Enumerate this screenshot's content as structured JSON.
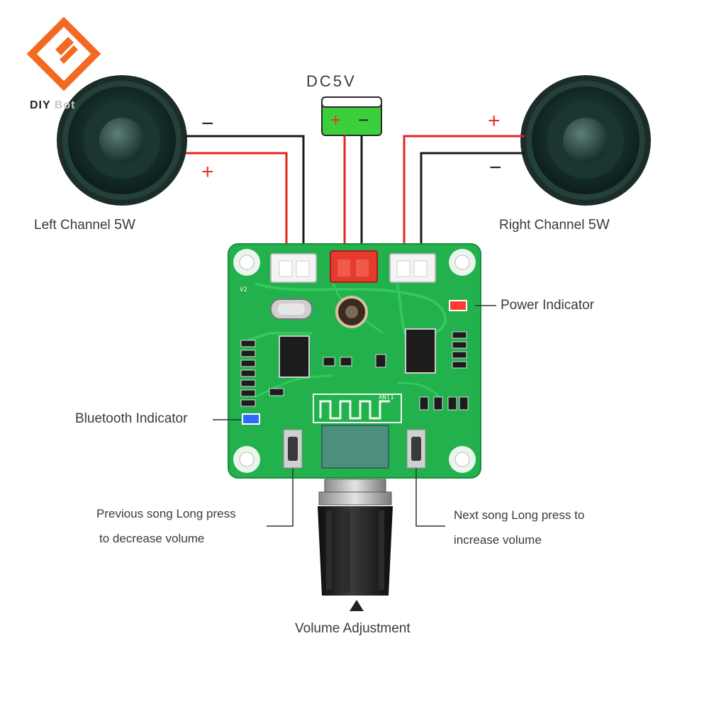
{
  "brand": {
    "logo": "DIY",
    "suffix": "Bot"
  },
  "power_supply": {
    "label": "DC5V",
    "plus": "+",
    "minus": "−"
  },
  "left_speaker": {
    "label": "Left Channel",
    "power": "5W",
    "plus": "+",
    "minus": "−"
  },
  "right_speaker": {
    "label": "Right Channel",
    "power": "5W",
    "plus": "+",
    "minus": "−"
  },
  "indicators": {
    "power": "Power Indicator",
    "bluetooth": "Bluetooth Indicator"
  },
  "buttons": {
    "previous": {
      "line1": "Previous song Long press",
      "line2": "to decrease volume"
    },
    "next": {
      "line1": "Next song Long press to",
      "line2": "increase volume"
    }
  },
  "knob": {
    "label": "Volume Adjustment"
  },
  "board": {
    "version": "V2",
    "antenna": "ANT1"
  },
  "colors": {
    "pcb": "#22b14c",
    "wire_red": "#e32420",
    "wire_black": "#1a1a1a",
    "power_led": "#ff3b2f",
    "bluetooth_led": "#2d6bff",
    "dc_terminal": "#3ccf3c"
  }
}
